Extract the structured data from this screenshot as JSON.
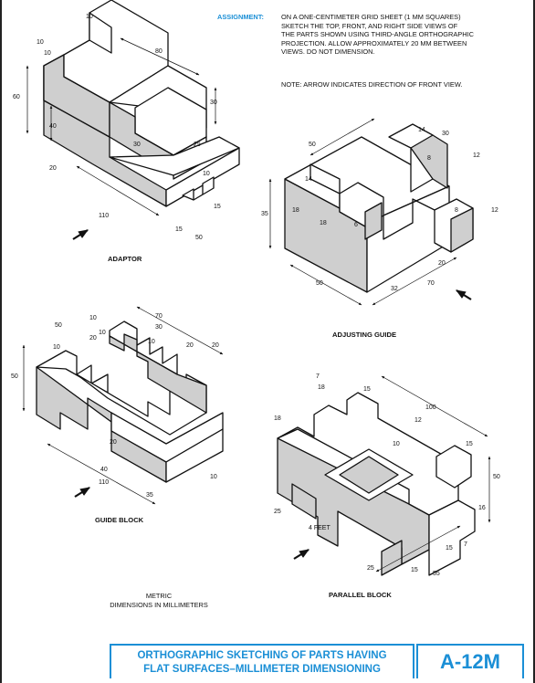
{
  "assignment": {
    "label": "ASSIGNMENT:",
    "lines": [
      "ON A ONE-CENTIMETER GRID SHEET (1 MM SQUARES)",
      "SKETCH THE TOP, FRONT, AND RIGHT SIDE VIEWS OF",
      "THE PARTS SHOWN USING THIRD-ANGLE ORTHOGRAPHIC",
      "PROJECTION. ALLOW APPROXIMATELY 20 MM BETWEEN",
      "VIEWS. DO NOT DIMENSION."
    ]
  },
  "note": "NOTE: ARROW INDICATES DIRECTION OF FRONT VIEW.",
  "parts": {
    "adaptor": {
      "caption": "ADAPTOR",
      "dims": [
        "10",
        "10",
        "80",
        "10",
        "60",
        "40",
        "30",
        "30",
        "25",
        "20",
        "10",
        "15",
        "15",
        "50",
        "110"
      ]
    },
    "adjusting_guide": {
      "caption": "ADJUSTING GUIDE",
      "dims": [
        "50",
        "14",
        "30",
        "8",
        "12",
        "14",
        "35",
        "18",
        "18",
        "6",
        "8",
        "12",
        "20",
        "70",
        "32",
        "50"
      ]
    },
    "guide_block": {
      "caption": "GUIDE BLOCK",
      "dims": [
        "50",
        "10",
        "10",
        "70",
        "30",
        "20",
        "10",
        "20",
        "20",
        "10",
        "50",
        "20",
        "40",
        "110",
        "35",
        "10"
      ]
    },
    "parallel_block": {
      "caption": "PARALLEL BLOCK",
      "dims": [
        "7",
        "18",
        "15",
        "100",
        "18",
        "12",
        "10",
        "15",
        "50",
        "16",
        "15",
        "7",
        "25",
        "4 FEET",
        "25",
        "15",
        "55"
      ]
    }
  },
  "metric": {
    "line1": "METRIC",
    "line2": "DIMENSIONS IN MILLIMETERS"
  },
  "title": {
    "line1": "ORTHOGRAPHIC SKETCHING OF PARTS HAVING",
    "line2": "FLAT SURFACES–MILLIMETER DIMENSIONING",
    "code": "A-12M"
  },
  "colors": {
    "accent": "#1b8fd6",
    "shade": "#cfcfcf",
    "line": "#111111"
  }
}
